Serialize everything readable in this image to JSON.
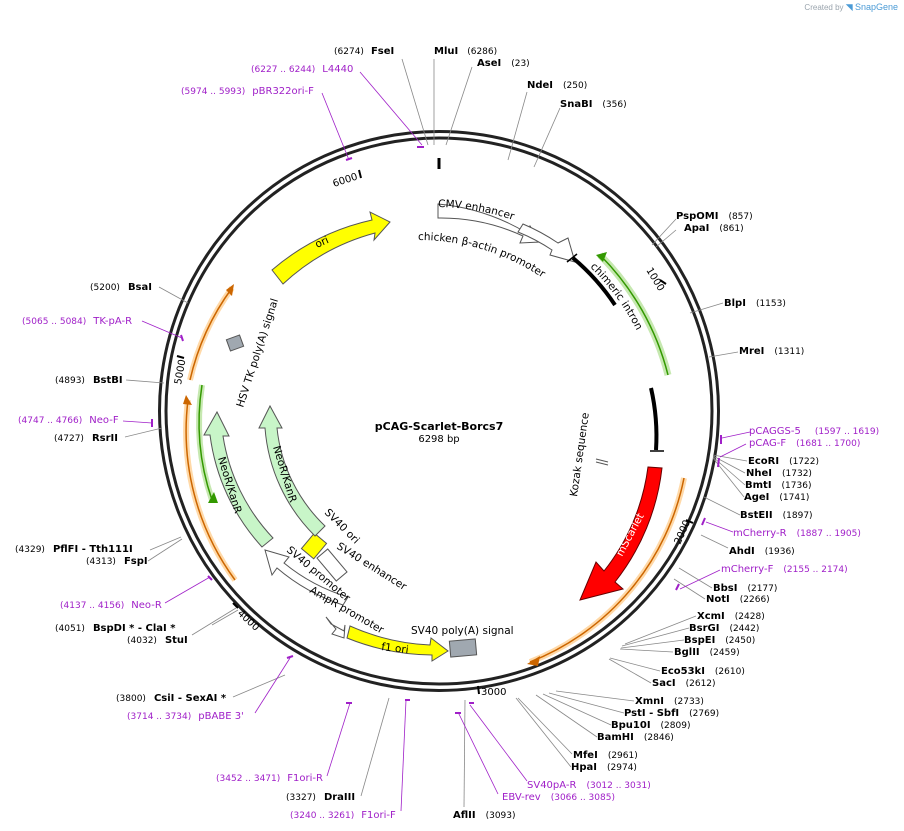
{
  "credit": {
    "prefix": "Created by",
    "brand": "SnapGene"
  },
  "plasmid": {
    "name": "pCAG-Scarlet-Borcs7",
    "size": "6298 bp"
  },
  "ticks": [
    "1000",
    "2000",
    "3000",
    "4000",
    "5000",
    "6000"
  ],
  "enzymes": [
    {
      "name": "FseI",
      "pos": "(6274)"
    },
    {
      "name": "MluI",
      "pos": "(6286)"
    },
    {
      "name": "AseI",
      "pos": "(23)"
    },
    {
      "name": "NdeI",
      "pos": "(250)"
    },
    {
      "name": "SnaBI",
      "pos": "(356)"
    },
    {
      "name": "PspOMI",
      "pos": "(857)"
    },
    {
      "name": "ApaI",
      "pos": "(861)"
    },
    {
      "name": "BlpI",
      "pos": "(1153)"
    },
    {
      "name": "MreI",
      "pos": "(1311)"
    },
    {
      "name": "EcoRI",
      "pos": "(1722)"
    },
    {
      "name": "NheI",
      "pos": "(1732)"
    },
    {
      "name": "BmtI",
      "pos": "(1736)"
    },
    {
      "name": "AgeI",
      "pos": "(1741)"
    },
    {
      "name": "BstEII",
      "pos": "(1897)"
    },
    {
      "name": "AhdI",
      "pos": "(1936)"
    },
    {
      "name": "BbsI",
      "pos": "(2177)"
    },
    {
      "name": "NotI",
      "pos": "(2266)"
    },
    {
      "name": "XcmI",
      "pos": "(2428)"
    },
    {
      "name": "BsrGI",
      "pos": "(2442)"
    },
    {
      "name": "BspEI",
      "pos": "(2450)"
    },
    {
      "name": "BglII",
      "pos": "(2459)"
    },
    {
      "name": "Eco53kI",
      "pos": "(2610)"
    },
    {
      "name": "SacI",
      "pos": "(2612)"
    },
    {
      "name": "XmnI",
      "pos": "(2733)"
    },
    {
      "name": "PstI - SbfI",
      "pos": "(2769)"
    },
    {
      "name": "Bpu10I",
      "pos": "(2809)"
    },
    {
      "name": "BamHI",
      "pos": "(2846)"
    },
    {
      "name": "MfeI",
      "pos": "(2961)"
    },
    {
      "name": "HpaI",
      "pos": "(2974)"
    },
    {
      "name": "AflII",
      "pos": "(3093)"
    },
    {
      "name": "DraIII",
      "pos": "(3327)"
    },
    {
      "name": "CsiI - SexAI *",
      "pos": "(3800)"
    },
    {
      "name": "StuI",
      "pos": "(4032)"
    },
    {
      "name": "BspDI * - ClaI *",
      "pos": "(4051)"
    },
    {
      "name": "FspI",
      "pos": "(4313)"
    },
    {
      "name": "PflFI - Tth111I",
      "pos": "(4329)"
    },
    {
      "name": "RsrII",
      "pos": "(4727)"
    },
    {
      "name": "BstBI",
      "pos": "(4893)"
    },
    {
      "name": "BsaI",
      "pos": "(5200)"
    }
  ],
  "primers": [
    {
      "name": "L4440",
      "range": "(6227 .. 6244)"
    },
    {
      "name": "pBR322ori-F",
      "range": "(5974 .. 5993)"
    },
    {
      "name": "pCAGGS-5",
      "range": "(1597 .. 1619)"
    },
    {
      "name": "pCAG-F",
      "range": "(1681 .. 1700)"
    },
    {
      "name": "mCherry-R",
      "range": "(1887 .. 1905)"
    },
    {
      "name": "mCherry-F",
      "range": "(2155 .. 2174)"
    },
    {
      "name": "SV40pA-R",
      "range": "(3012 .. 3031)"
    },
    {
      "name": "EBV-rev",
      "range": "(3066 .. 3085)"
    },
    {
      "name": "F1ori-F",
      "range": "(3240 .. 3261)"
    },
    {
      "name": "F1ori-R",
      "range": "(3452 .. 3471)"
    },
    {
      "name": "pBABE 3'",
      "range": "(3714 .. 3734)"
    },
    {
      "name": "Neo-R",
      "range": "(4137 .. 4156)"
    },
    {
      "name": "Neo-F",
      "range": "(4747 .. 4766)"
    },
    {
      "name": "TK-pA-R",
      "range": "(5065 .. 5084)"
    }
  ],
  "features": {
    "cmv": "CMV enhancer",
    "cba": "chicken β-actin promoter",
    "intron": "chimeric intron",
    "kozak": "Kozak sequence",
    "mscarlet": "mScarlet",
    "sv40pa": "SV40 poly(A) signal",
    "f1ori": "f1 ori",
    "ampr_prom": "AmpR promoter",
    "sv40_prom": "SV40 promoter",
    "sv40_ori": "SV40 ori",
    "sv40_enh": "SV40 enhancer",
    "neokan1": "NeoR/KanR",
    "neokan2": "NeoR/KanR",
    "hsvtk": "HSV TK poly(A) signal",
    "ori": "ori"
  },
  "colors": {
    "primer": "#a020c8",
    "mscarlet": "#ff0000",
    "neokan": "#c8f5c8",
    "ori": "#ffff00",
    "orf": "#ff9900",
    "intron_line": "#339900"
  }
}
